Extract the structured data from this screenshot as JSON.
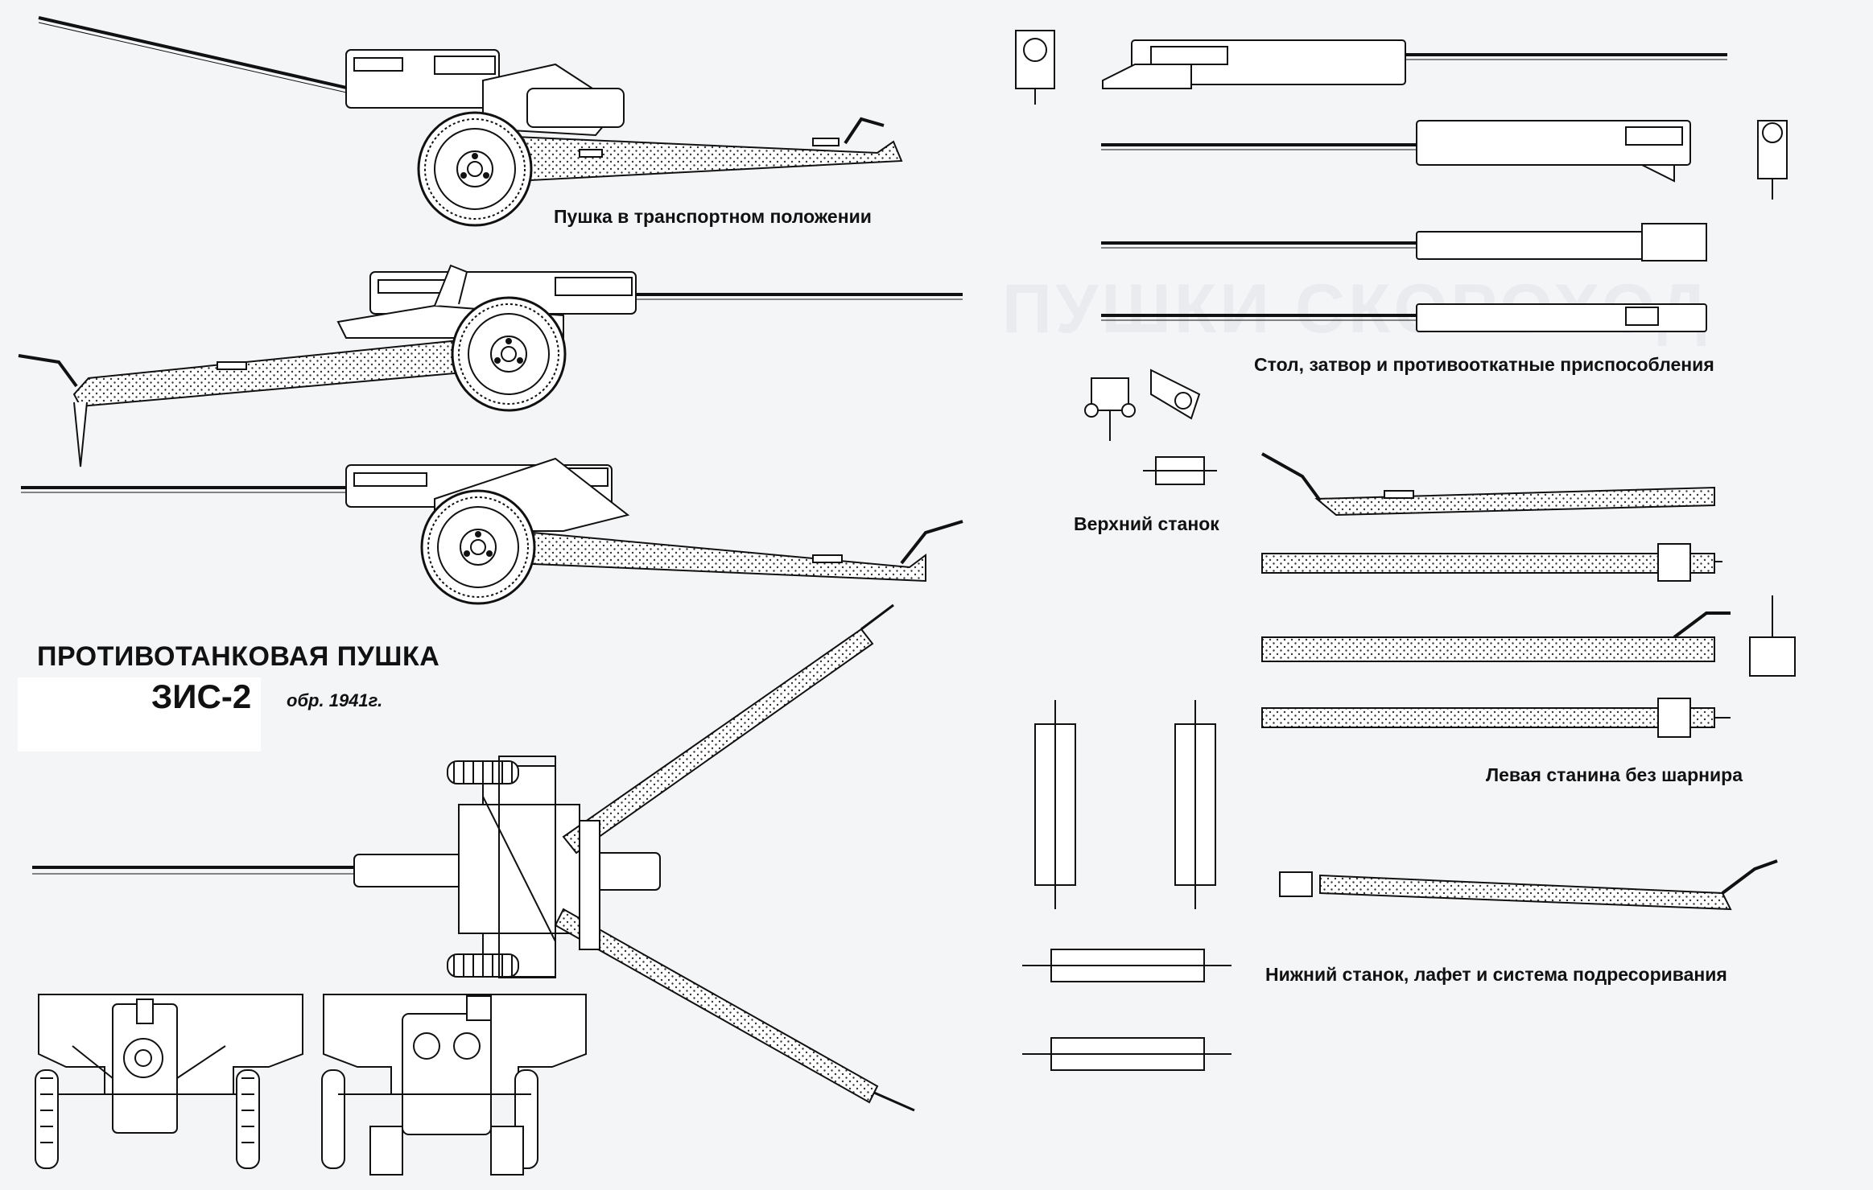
{
  "title": {
    "line1": "ПРОТИВОТАНКОВАЯ ПУШКА",
    "model": "ЗИС-2",
    "year": "обр. 1941г."
  },
  "captions": {
    "transport": "Пушка в транспортном положении",
    "cradle": "Стол, затвор и противооткатные приспособления",
    "upper_mount": "Верхний станок",
    "left_trail": "Левая станина без шарнира",
    "lower_mount": "Нижний станок, лафет и система подресоривания"
  },
  "background_text": "ПУШКИ СКОРОХОД",
  "colors": {
    "background": "#f4f5f7",
    "line": "#1a1a1a",
    "fill": "#ffffff",
    "faint": "#e9ebee"
  }
}
